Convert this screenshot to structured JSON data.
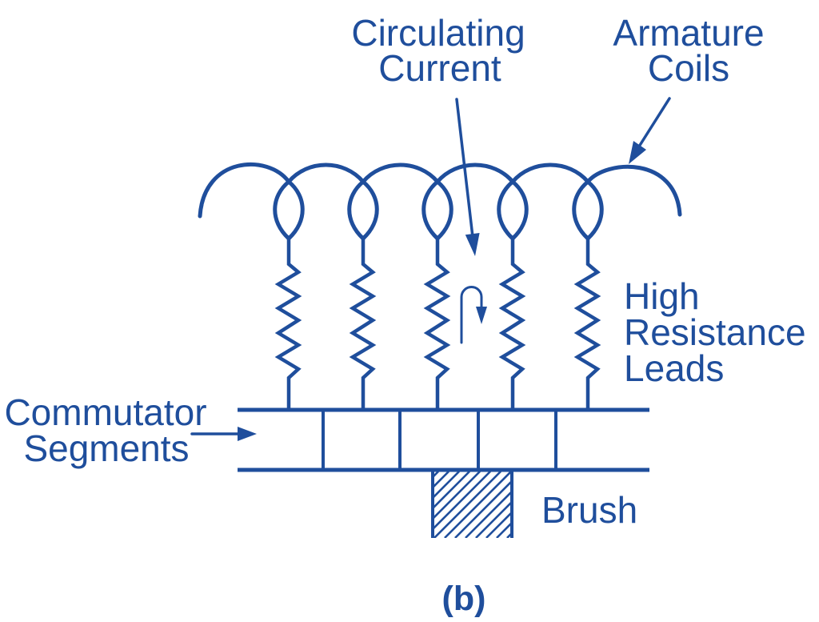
{
  "figure": {
    "caption": "(b)",
    "ink_color": "#1f4e9c",
    "background": "#ffffff"
  },
  "labels": {
    "circulating_current": [
      "Circulating",
      "Current"
    ],
    "armature_coils": [
      "Armature",
      "Coils"
    ],
    "high_resistance_leads": [
      "High",
      "Resistance",
      "Leads"
    ],
    "commutator_segments": [
      "Commutator",
      "Segments"
    ],
    "brush": "Brush"
  },
  "components": {
    "armature_coil_count": 5,
    "high_resistance_lead_count": 5,
    "commutator_divider_count": 4,
    "brush_count": 1,
    "circulating_current_loop_direction": "clockwise"
  }
}
